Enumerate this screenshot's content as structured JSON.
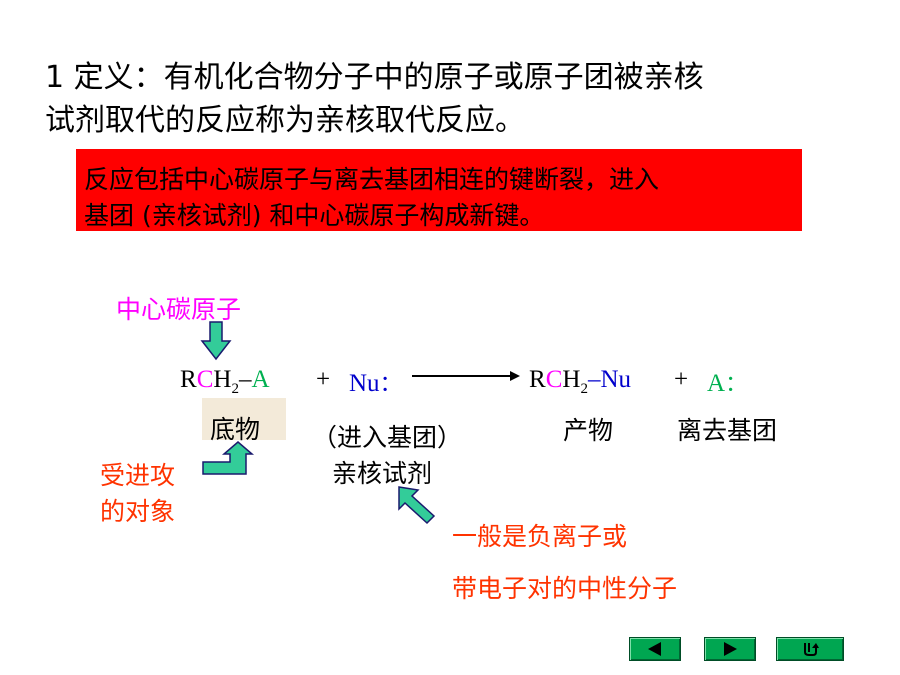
{
  "definition": {
    "line1": "1 定义：有机化合物分子中的原子或原子团被亲核",
    "line2": "试剂取代的反应称为亲核取代反应。"
  },
  "highlight": {
    "line1": "反应包括中心碳原子与离去基团相连的键断裂，进入",
    "line2": "基团 (亲核试剂) 和中心碳原子构成新键。",
    "background": "#ff0000"
  },
  "labels": {
    "center_carbon": "中心碳原子",
    "substrate": "底物",
    "attacked_line1": "受进攻",
    "attacked_line2": "的对象",
    "entering_group": "（进入基团）",
    "nucleophile": "亲核试剂",
    "product": "产物",
    "leaving_group": "离去基团",
    "note_line1": "一般是负离子或",
    "note_line2": "带电子对的中性分子"
  },
  "equation": {
    "r1": "R",
    "c1": "C",
    "h1": "H",
    "sub1": "2",
    "dash1": "–",
    "a1": "A",
    "plus1": "+",
    "nu": "Nu",
    "colon1": "：",
    "r2": "R",
    "c2": "C",
    "h2": "H",
    "sub2": "2",
    "dash_nu": "–Nu",
    "plus2": "+",
    "a2": "A",
    "colon2": "："
  },
  "colors": {
    "center_carbon": "#ff00ff",
    "leaving_group": "#00b050",
    "nucleophile": "#0000cc",
    "annotation": "#ff3300",
    "arrow_fill": "#33cc99",
    "nav_button": "#00a651"
  },
  "nav": {
    "buttons": [
      "previous-icon",
      "next-icon",
      "return-icon"
    ]
  }
}
